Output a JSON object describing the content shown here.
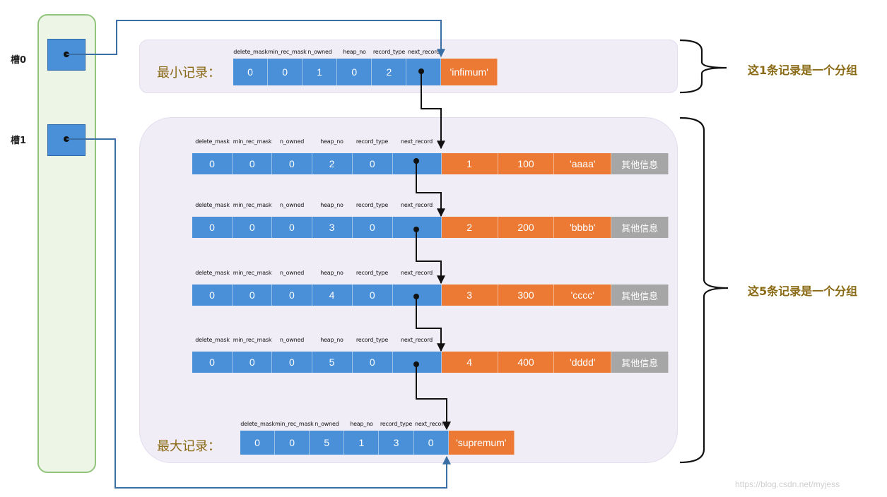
{
  "slots": [
    {
      "label": "槽0"
    },
    {
      "label": "槽1"
    }
  ],
  "header_fields": [
    "delete_mask",
    "min_rec_mask",
    "n_owned",
    "heap_no",
    "record_type",
    "next_record"
  ],
  "min_record": {
    "label": "最小记录：",
    "header": [
      "0",
      "0",
      "1",
      "0",
      "2",
      ""
    ],
    "value": "'infimum'"
  },
  "user_records": [
    {
      "header": [
        "0",
        "0",
        "0",
        "2",
        "0",
        ""
      ],
      "data": [
        "1",
        "100",
        "'aaaa'"
      ],
      "other": "其他信息"
    },
    {
      "header": [
        "0",
        "0",
        "0",
        "3",
        "0",
        ""
      ],
      "data": [
        "2",
        "200",
        "'bbbb'"
      ],
      "other": "其他信息"
    },
    {
      "header": [
        "0",
        "0",
        "0",
        "4",
        "0",
        ""
      ],
      "data": [
        "3",
        "300",
        "'cccc'"
      ],
      "other": "其他信息"
    },
    {
      "header": [
        "0",
        "0",
        "0",
        "5",
        "0",
        ""
      ],
      "data": [
        "4",
        "400",
        "'dddd'"
      ],
      "other": "其他信息"
    }
  ],
  "max_record": {
    "label": "最大记录：",
    "header": [
      "0",
      "0",
      "5",
      "1",
      "3",
      "0"
    ],
    "value": "'supremum'"
  },
  "group_notes": {
    "group1": "这1条记录是一个分组",
    "group2": "这5条记录是一个分组"
  },
  "watermark": "https://blog.csdn.net/myjess",
  "colors": {
    "header_field": "#4a90d9",
    "data_field": "#ec7a35",
    "other_info": "#a6a6a6",
    "slot_frame": "#93c47d",
    "group_bg": "#f0edf6",
    "pointer_line": "#3a6fa5",
    "label_text": "#8a6a14"
  }
}
